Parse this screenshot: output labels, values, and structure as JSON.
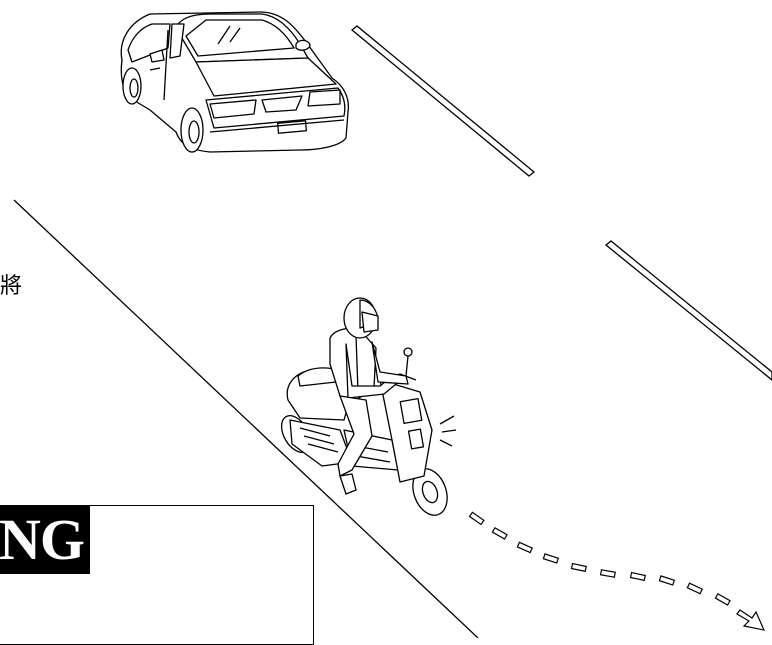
{
  "side_text": "將",
  "warning_label": "NG",
  "colors": {
    "ink": "#000000",
    "paper": "#ffffff"
  },
  "icons": [
    "car-illustration",
    "scooter-rider-illustration",
    "direction-arrow-icon"
  ]
}
